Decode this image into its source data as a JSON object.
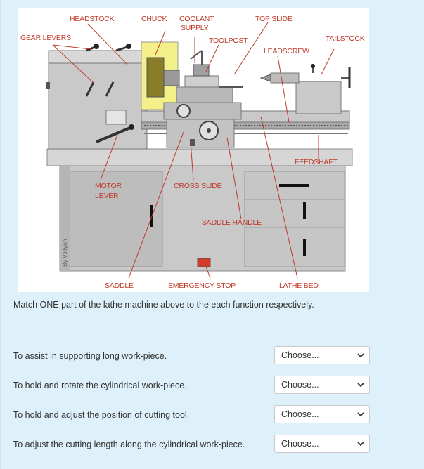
{
  "diagram": {
    "labels": {
      "headstock": "HEADSTOCK",
      "chuck": "CHUCK",
      "coolant_line1": "COOLANT",
      "coolant_line2": "SUPPLY",
      "top_slide": "TOP SLIDE",
      "gear_levers": "GEAR LEVERS",
      "toolpost": "TOOLPOST",
      "leadscrew": "LEADSCREW",
      "tailstock": "TAILSTOCK",
      "feedshaft": "FEEDSHAFT",
      "motor_line1": "MOTOR",
      "motor_line2": "LEVER",
      "cross_slide": "CROSS SLIDE",
      "saddle_handle": "SADDLE HANDLE",
      "saddle": "SADDLE",
      "emergency_stop": "EMERGENCY STOP",
      "lathe_bed": "LATHE BED",
      "credit": "By V.Ryan"
    },
    "colors": {
      "machine_body": "#c8c8c8",
      "label_red": "#c0392b",
      "chuck_yellow": "#f3f08a"
    }
  },
  "question": {
    "prompt": "Match ONE part of the lathe machine above to the each function respectively."
  },
  "matches": [
    {
      "text": "To assist in supporting long work-piece.",
      "selected": "Choose..."
    },
    {
      "text": "To hold and rotate the cylindrical work-piece.",
      "selected": "Choose..."
    },
    {
      "text": "To hold and adjust the position of cutting tool.",
      "selected": "Choose..."
    },
    {
      "text": "To adjust the cutting length along the cylindrical work-piece.",
      "selected": "Choose..."
    }
  ]
}
